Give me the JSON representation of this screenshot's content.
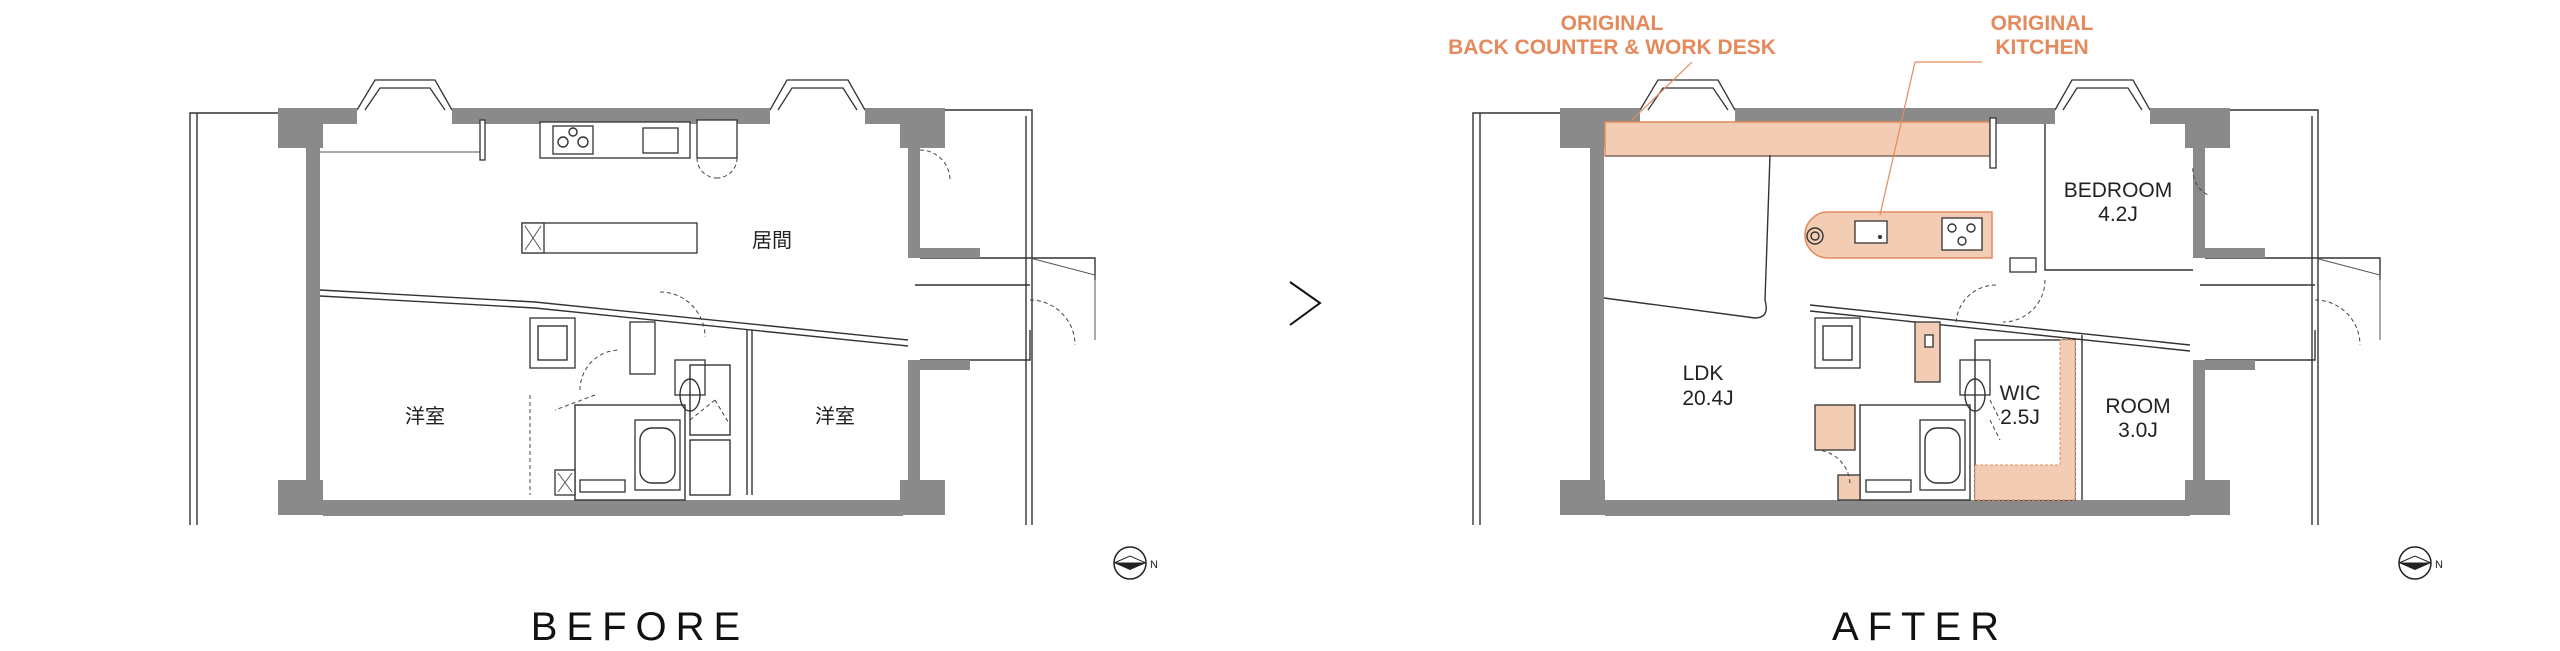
{
  "colors": {
    "accent": "#e48a5c",
    "highlight_fill": "#f2cdb4",
    "wall": "#8a8a8a",
    "line": "#333333"
  },
  "arrow_icon": "chevron-right-icon",
  "compass_icon": "north-arrow-icon",
  "before": {
    "caption": "BEFORE",
    "rooms": {
      "living": "居間",
      "west_room": "洋室",
      "east_room": "洋室"
    },
    "compass_label": "N"
  },
  "after": {
    "caption": "AFTER",
    "callouts": {
      "back_counter_line1": "ORIGINAL",
      "back_counter_line2": "BACK COUNTER & WORK DESK",
      "kitchen_line1": "ORIGINAL",
      "kitchen_line2": "KITCHEN"
    },
    "rooms": {
      "ldk_name": "LDK",
      "ldk_size": "20.4J",
      "bedroom_name": "BEDROOM",
      "bedroom_size": "4.2J",
      "wic_name": "WIC",
      "wic_size": "2.5J",
      "room_name": "ROOM",
      "room_size": "3.0J"
    },
    "compass_label": "N"
  }
}
